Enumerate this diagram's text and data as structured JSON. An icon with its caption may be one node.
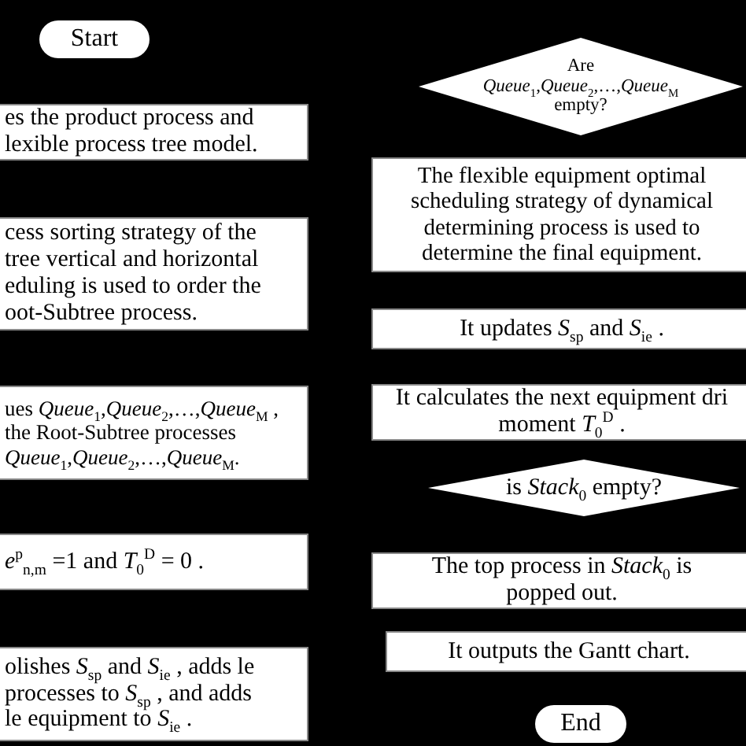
{
  "diagram": {
    "nodes": [
      {
        "text": [
          "Start"
        ]
      },
      {
        "text": [
          "es the product process and lexible process tree model."
        ]
      },
      {
        "text": [
          "cess sorting strategy of the tree vertical and horizontal eduling is used to order the oot-Subtree process."
        ]
      },
      {
        "text": [
          "ues *Queue*$_{1}$,*Queue*$_{2}$,…,*Queue*$_{M}$ , the Root-Subtree processes *Queue*$_{1}$,*Queue*$_{2}$,…,*Queue*$_{M}$."
        ]
      },
      {
        "text": [
          "*e*$^{p}$$_{n,m}$ =1 and *T*$_{0}$$^{D}$ = 0 ."
        ]
      },
      {
        "text": [
          "olishes *S*$_{sp}$ and *S*$_{ie}$ , adds le processes to *S*$_{sp}$ , and adds le equipment to *S*$_{ie}$ ."
        ]
      },
      {
        "text": [
          "Are *Queue*$_{1}$,*Queue*$_{2}$,…,*Queue*$_{M}$ empty?"
        ]
      },
      {
        "text": [
          "The flexible equipment optimal scheduling strategy of dynamical determining process is used to determine the final equipment."
        ]
      },
      {
        "text": [
          "It updates *S*$_{sp}$ and *S*$_{ie}$ ."
        ]
      },
      {
        "text": [
          "It calculates the next equipment dri moment *T*$_{0}$$^{D}$ ."
        ]
      },
      {
        "text": [
          "is *Stack*$_{0}$ empty?"
        ]
      },
      {
        "text": [
          "The top process in *Stack*$_{0}$ is popped out."
        ]
      },
      {
        "text": [
          "It outputs the Gantt chart."
        ]
      },
      {
        "text": [
          "End"
        ]
      }
    ]
  }
}
